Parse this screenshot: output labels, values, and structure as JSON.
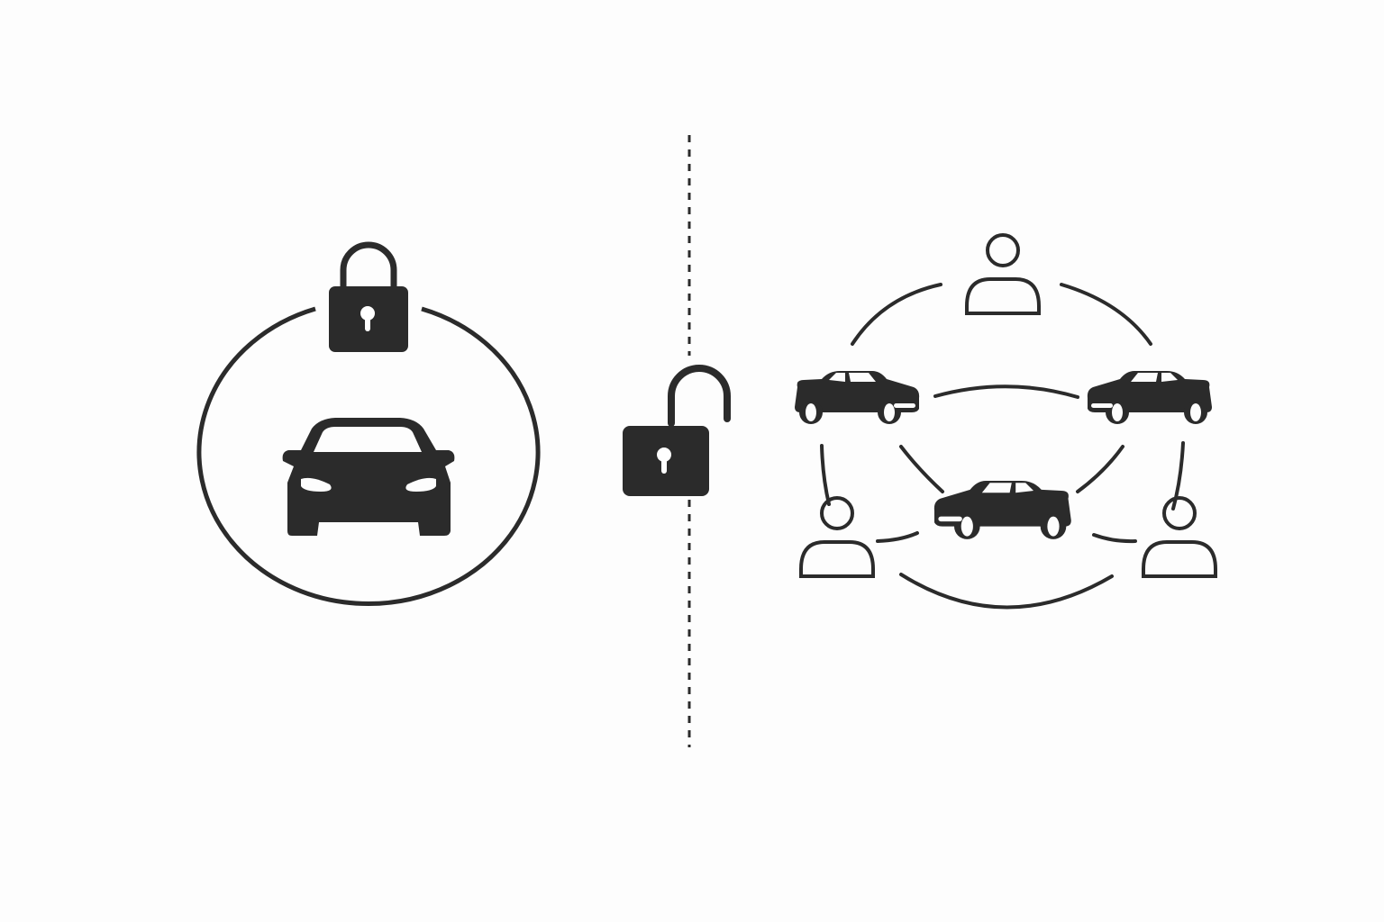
{
  "colors": {
    "background": "#fdfdfd",
    "ink": "#2b2b2b",
    "keyhole": "#ffffff"
  },
  "left_panel": {
    "icons": [
      "locked-padlock-icon",
      "car-front-icon",
      "enclosing-ring"
    ]
  },
  "divider": {
    "style": "dashed",
    "icons": [
      "unlocked-padlock-icon"
    ]
  },
  "right_panel": {
    "people_count": 3,
    "car_count": 3,
    "icons": [
      "person-icon",
      "car-side-icon"
    ]
  }
}
